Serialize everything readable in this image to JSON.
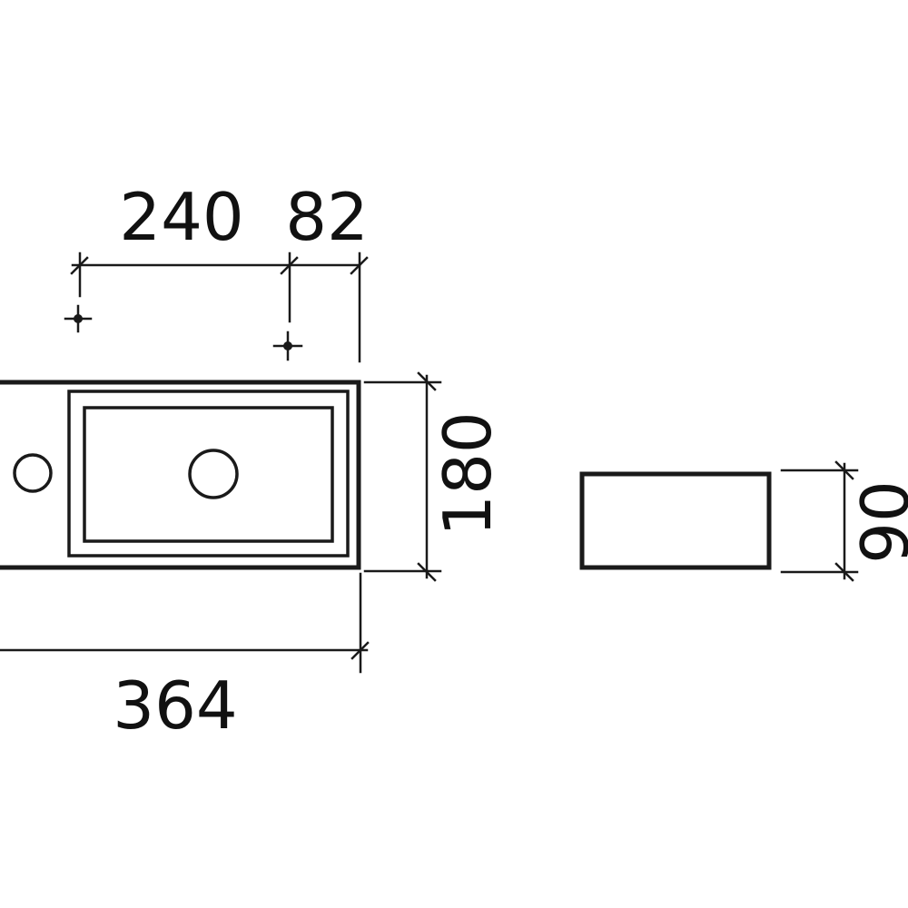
{
  "dimensions": {
    "tap_spacing": "240",
    "tap_offset": "82",
    "depth": "180",
    "total_width": "364",
    "height": "90"
  },
  "icons": {
    "tap_hole_marker": "crosshair-icon",
    "drain_hole": "circle-icon"
  },
  "colors": {
    "line": "#1a1a1a",
    "background": "#ffffff"
  }
}
